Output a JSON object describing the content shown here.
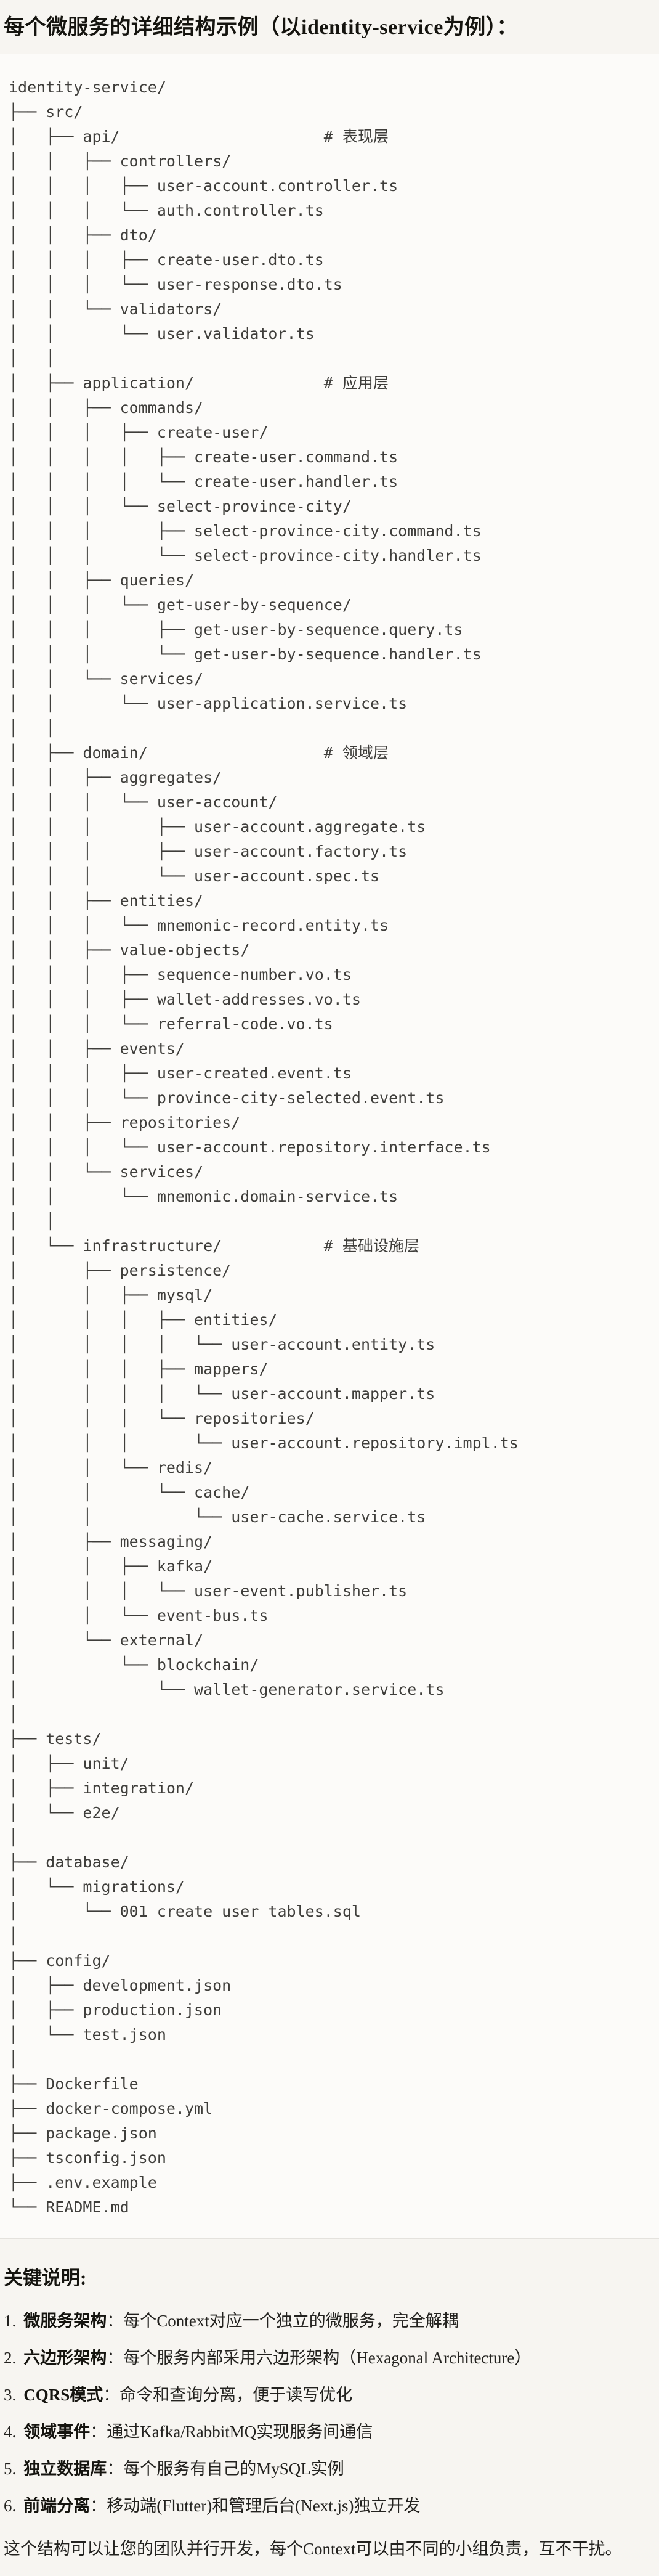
{
  "title": "每个微服务的详细结构示例（以identity-service为例）：",
  "code_block": {
    "tree_lines": [
      "identity-service/",
      "├── src/",
      "│   ├── api/                      # 表现层",
      "│   │   ├── controllers/",
      "│   │   │   ├── user-account.controller.ts",
      "│   │   │   └── auth.controller.ts",
      "│   │   ├── dto/",
      "│   │   │   ├── create-user.dto.ts",
      "│   │   │   └── user-response.dto.ts",
      "│   │   └── validators/",
      "│   │       └── user.validator.ts",
      "│   │",
      "│   ├── application/              # 应用层",
      "│   │   ├── commands/",
      "│   │   │   ├── create-user/",
      "│   │   │   │   ├── create-user.command.ts",
      "│   │   │   │   └── create-user.handler.ts",
      "│   │   │   └── select-province-city/",
      "│   │   │       ├── select-province-city.command.ts",
      "│   │   │       └── select-province-city.handler.ts",
      "│   │   ├── queries/",
      "│   │   │   └── get-user-by-sequence/",
      "│   │   │       ├── get-user-by-sequence.query.ts",
      "│   │   │       └── get-user-by-sequence.handler.ts",
      "│   │   └── services/",
      "│   │       └── user-application.service.ts",
      "│   │",
      "│   ├── domain/                   # 领域层",
      "│   │   ├── aggregates/",
      "│   │   │   └── user-account/",
      "│   │   │       ├── user-account.aggregate.ts",
      "│   │   │       ├── user-account.factory.ts",
      "│   │   │       └── user-account.spec.ts",
      "│   │   ├── entities/",
      "│   │   │   └── mnemonic-record.entity.ts",
      "│   │   ├── value-objects/",
      "│   │   │   ├── sequence-number.vo.ts",
      "│   │   │   ├── wallet-addresses.vo.ts",
      "│   │   │   └── referral-code.vo.ts",
      "│   │   ├── events/",
      "│   │   │   ├── user-created.event.ts",
      "│   │   │   └── province-city-selected.event.ts",
      "│   │   ├── repositories/",
      "│   │   │   └── user-account.repository.interface.ts",
      "│   │   └── services/",
      "│   │       └── mnemonic.domain-service.ts",
      "│   │",
      "│   └── infrastructure/           # 基础设施层",
      "│       ├── persistence/",
      "│       │   ├── mysql/",
      "│       │   │   ├── entities/",
      "│       │   │   │   └── user-account.entity.ts",
      "│       │   │   ├── mappers/",
      "│       │   │   │   └── user-account.mapper.ts",
      "│       │   │   └── repositories/",
      "│       │   │       └── user-account.repository.impl.ts",
      "│       │   └── redis/",
      "│       │       └── cache/",
      "│       │           └── user-cache.service.ts",
      "│       ├── messaging/",
      "│       │   ├── kafka/",
      "│       │   │   └── user-event.publisher.ts",
      "│       │   └── event-bus.ts",
      "│       └── external/",
      "│           └── blockchain/",
      "│               └── wallet-generator.service.ts",
      "│",
      "├── tests/",
      "│   ├── unit/",
      "│   ├── integration/",
      "│   └── e2e/",
      "│",
      "├── database/",
      "│   └── migrations/",
      "│       └── 001_create_user_tables.sql",
      "│",
      "├── config/",
      "│   ├── development.json",
      "│   ├── production.json",
      "│   └── test.json",
      "│",
      "├── Dockerfile",
      "├── docker-compose.yml",
      "├── package.json",
      "├── tsconfig.json",
      "├── .env.example",
      "└── README.md"
    ]
  },
  "notes": {
    "heading": "关键说明:",
    "colon": "：",
    "items": [
      {
        "num": "1.",
        "label": "微服务架构",
        "text": "每个Context对应一个独立的微服务，完全解耦"
      },
      {
        "num": "2.",
        "label": "六边形架构",
        "text": "每个服务内部采用六边形架构（Hexagonal Architecture）"
      },
      {
        "num": "3.",
        "label": "CQRS模式",
        "text": "命令和查询分离，便于读写优化"
      },
      {
        "num": "4.",
        "label": "领域事件",
        "text": "通过Kafka/RabbitMQ实现服务间通信"
      },
      {
        "num": "5.",
        "label": "独立数据库",
        "text": "每个服务有自己的MySQL实例"
      },
      {
        "num": "6.",
        "label": "前端分离",
        "text": "移动端(Flutter)和管理后台(Next.js)独立开发"
      }
    ],
    "closing": "这个结构可以让您的团队并行开发，每个Context可以由不同的小组负责，互不干扰。"
  }
}
